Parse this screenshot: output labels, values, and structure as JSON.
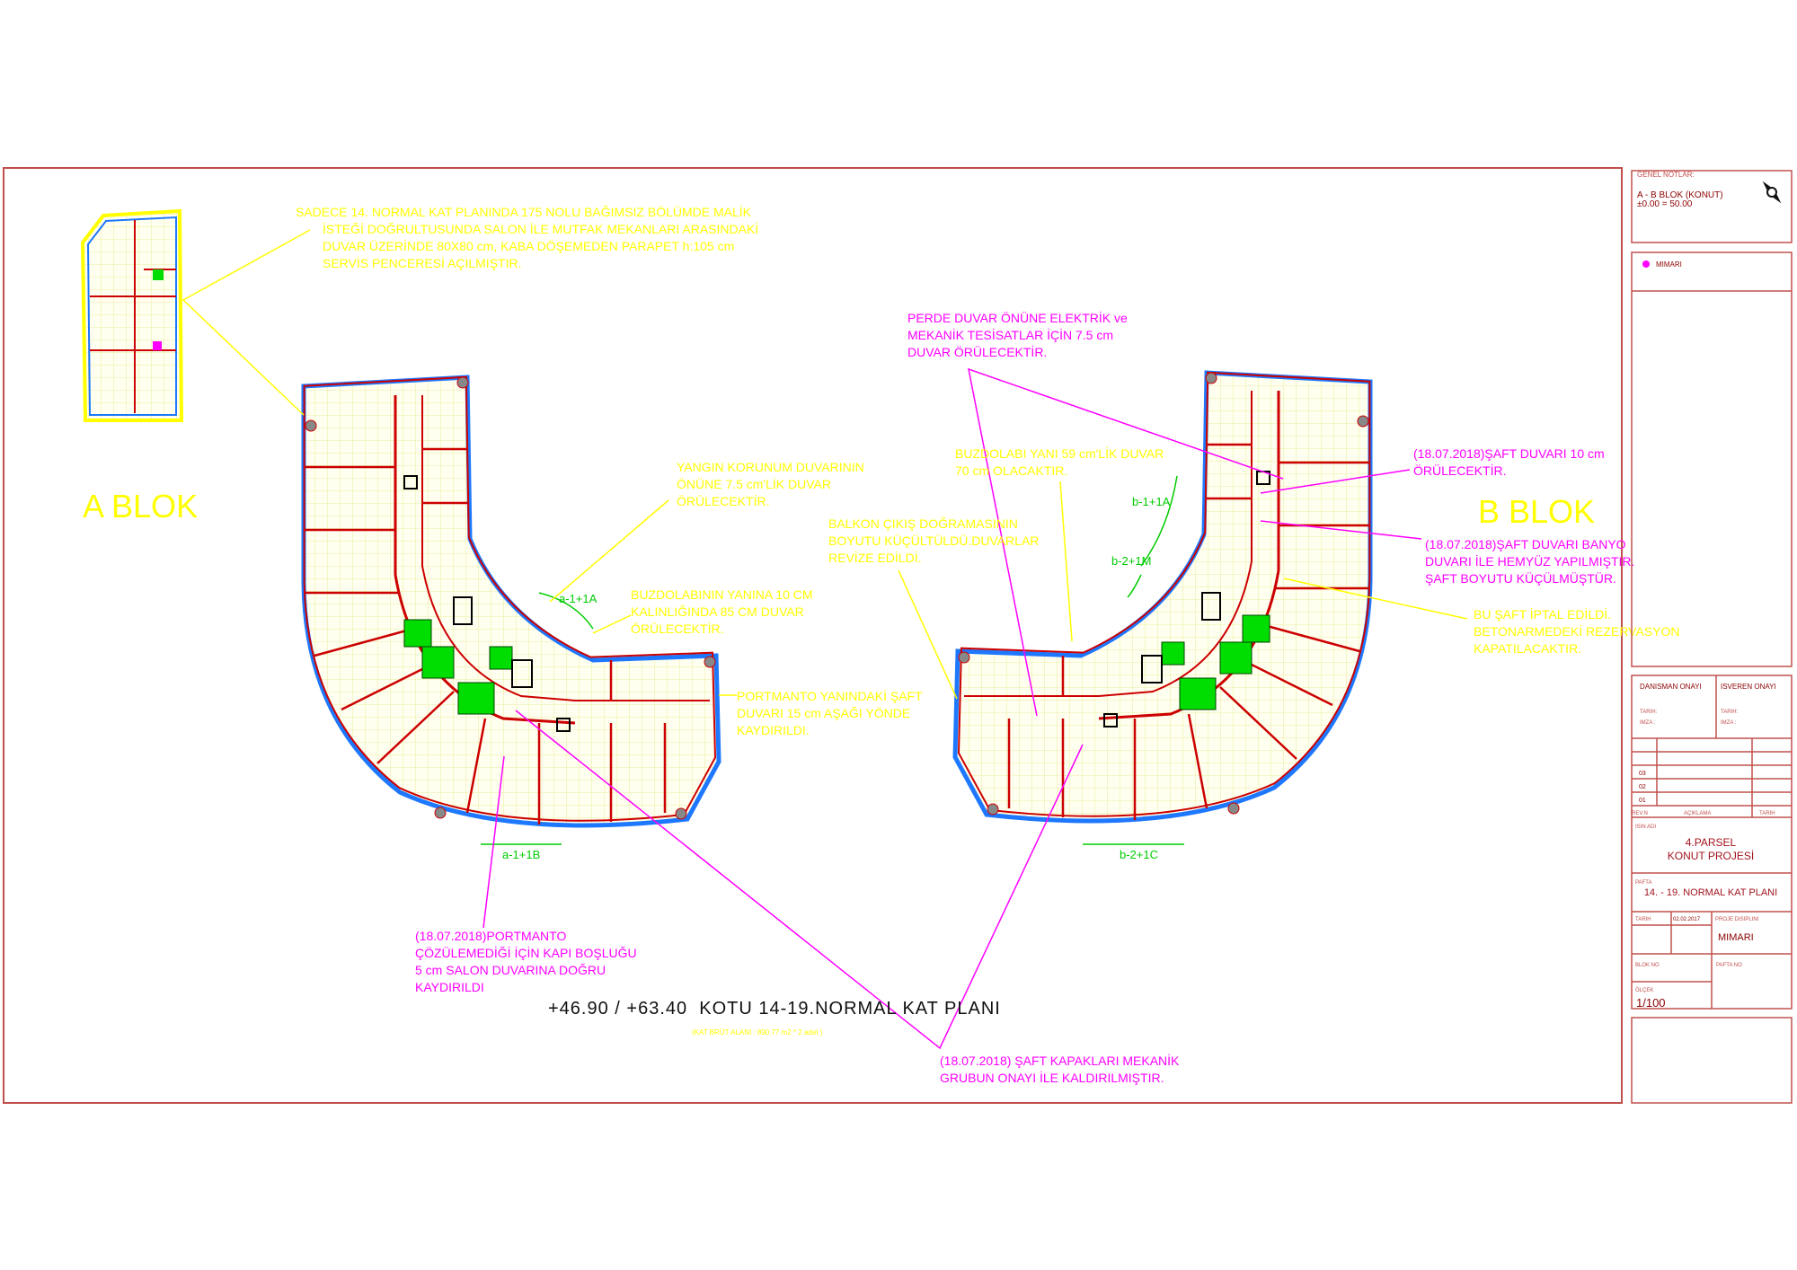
{
  "colors": {
    "frame": "#c0504d",
    "note_yellow": "#ffff00",
    "note_magenta": "#ff00ff",
    "axis_green": "#00cc00",
    "wall_red": "#cc0000",
    "outline_blue": "#1e78ff"
  },
  "labels": {
    "a_blok": "A BLOK",
    "b_blok": "B BLOK"
  },
  "plan_title": "+46.90 / +63.40  KOTU 14-19.NORMAL KAT PLANI",
  "plan_subtitle": "(KAT BRÜT ALANI : 890.77 m2 * 2 adet )",
  "axis_labels": [
    "a-1+1A",
    "a-1+1B",
    "b-1+1A",
    "b-2+1M",
    "b-2+1C"
  ],
  "notes": [
    {
      "color": "yellow",
      "lines": [
        "SADECE 14. NORMAL KAT PLANINDA 175 NOLU BAĞIMSIZ BÖLÜMDE MALİK",
        "İSTEĞİ DOĞRULTUSUNDA SALON İLE MUTFAK MEKANLARI ARASINDAKİ",
        "DUVAR ÜZERİNDE 80X80 cm, KABA DÖŞEMEDEN  PARAPET h:105 cm",
        "SERVİS PENCERESİ AÇILMIŞTIR."
      ]
    },
    {
      "color": "yellow",
      "lines": [
        "YANGIN KORUNUM DUVARININ",
        "ÖNÜNE 7.5 cm'LİK DUVAR",
        "ÖRÜLECEKTİR."
      ]
    },
    {
      "color": "yellow",
      "lines": [
        "BUZDOLABININ YANINA 10 CM",
        "KALINLIĞINDA 85 CM DUVAR",
        "ÖRÜLECEKTİR."
      ]
    },
    {
      "color": "yellow",
      "lines": [
        "PORTMANTO YANINDAKİ ŞAFT",
        "DUVARI 15 cm AŞAĞI YÖNDE",
        "KAYDIRILDI."
      ]
    },
    {
      "color": "yellow",
      "lines": [
        "BALKON ÇIKIŞ DOĞRAMASININ",
        "BOYUTU KÜÇÜLTÜLDÜ.DUVARLAR",
        "REVİZE EDİLDİ."
      ]
    },
    {
      "color": "yellow",
      "lines": [
        "BUZDOLABI YANI 59 cm'LİK DUVAR",
        "70 cm OLACAKTIR."
      ]
    },
    {
      "color": "magenta",
      "lines": [
        "PERDE DUVAR ÖNÜNE ELEKTRİK ve",
        "MEKANİK TESİSATLAR İÇİN  7.5 cm",
        "DUVAR ÖRÜLECEKTİR."
      ]
    },
    {
      "color": "magenta",
      "lines": [
        "(18.07.2018)ŞAFT DUVARI 10 cm",
        "ÖRÜLECEKTİR."
      ]
    },
    {
      "color": "magenta",
      "lines": [
        "(18.07.2018)ŞAFT DUVARI BANYO",
        "DUVARI İLE HEMYÜZ YAPILMIŞTIR.",
        "ŞAFT BOYUTU KÜÇÜLMÜŞTÜR."
      ]
    },
    {
      "color": "yellow",
      "lines": [
        "BU ŞAFT İPTAL EDİLDİ.",
        "BETONARMEDEKİ REZERVASYON",
        "KAPATILACAKTIR."
      ]
    },
    {
      "color": "magenta",
      "lines": [
        "(18.07.2018)PORTMANTO",
        "ÇÖZÜLEMEDİĞİ İÇİN KAPI BOŞLUĞU",
        "5 cm SALON DUVARINA DOĞRU",
        "KAYDIRILDI"
      ]
    },
    {
      "color": "magenta",
      "lines": [
        "(18.07.2018) ŞAFT KAPAKLARI MEKANİK",
        "GRUBUN ONAYI İLE KALDIRILMIŞTIR."
      ]
    }
  ],
  "title_block": {
    "genel_notlar": "GENEL NOTLAR:",
    "blok_info": "A - B BLOK (KONUT)",
    "kot_info": "±0.00 = 50.00",
    "discipline_legend": "MIMARI",
    "danisman_onayi": "DANISMAN ONAYI",
    "isveren_onayi": "ISVEREN ONAYI",
    "tarih_label": "TARIH:",
    "imza_label": "IMZA :",
    "revisions": [
      "03",
      "02",
      "01"
    ],
    "rev_header": [
      "REV.N",
      "AÇIKLAMA",
      "TARIH"
    ],
    "isin_adi_label": "ISIN ADI",
    "project_name_1": "4.PARSEL",
    "project_name_2": "KONUT PROJESİ",
    "pafta_label": "PAFTA",
    "pafta_name": "14. - 19. NORMAL KAT PLANI",
    "tarih2_label": "TARIH",
    "date": "02.02.2017",
    "proje_disiplini_label": "PROJE DISIPLINI",
    "proje_disiplini": "MIMARI",
    "blok_no_label": "BLOK NO",
    "pafta_no_label": "PAFTA NO",
    "olcek_label": "ÖLÇEK",
    "olcek": "1/100"
  }
}
